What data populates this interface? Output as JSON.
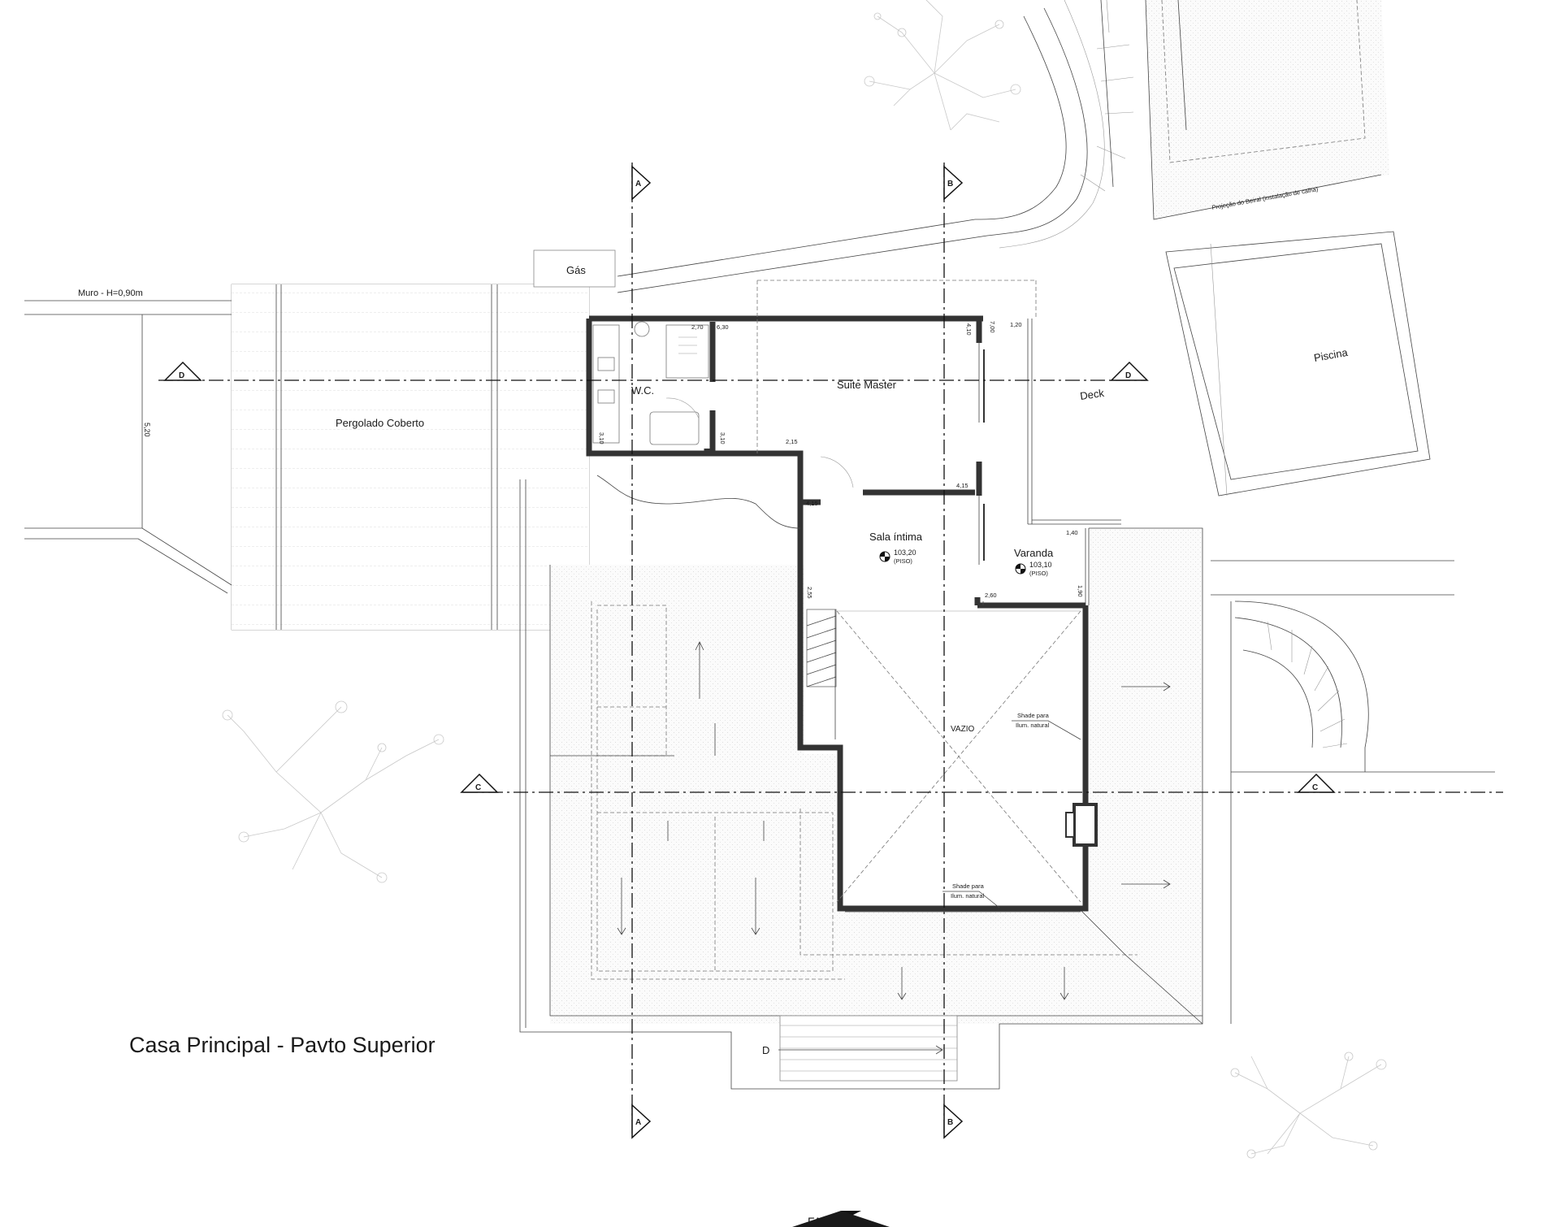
{
  "title": "Casa Principal - Pavto Superior",
  "facade_label": "FACHADA",
  "rooms": {
    "wc": "W.C.",
    "suite": "Suite Master",
    "sala": "Sala íntima",
    "varanda": "Varanda",
    "vazio": "VAZIO",
    "pergolado": "Pergolado Coberto",
    "deck": "Deck",
    "piscina": "Piscina",
    "gas": "Gás"
  },
  "notes": {
    "muro": "Muro - H=0,90m",
    "beiral": "Projeção do Beiral (instalação de calha)",
    "shade1_a": "Shade para",
    "shade1_b": "Ilum. natural",
    "shade2_a": "Shade para",
    "shade2_b": "Ilum. natural",
    "stair_down": "D"
  },
  "levels": {
    "sala_value": "103,20",
    "sala_tag": "(PISO)",
    "varanda_value": "103,10",
    "varanda_tag": "(PISO)"
  },
  "dims": {
    "d270": "2,70",
    "d630": "6,30",
    "d410": "4,10",
    "d700": "7,00",
    "d120": "1,20",
    "d310a": "3,10",
    "d310b": "3,10",
    "d215": "2,15",
    "d415a": "4,15",
    "d415b": "4,15",
    "d255": "2,55",
    "d260": "2,60",
    "d140": "1,40",
    "d190": "1,90",
    "d520": "5,20"
  },
  "section_markers": {
    "A": "A",
    "B": "B",
    "C": "C",
    "D": "D"
  }
}
